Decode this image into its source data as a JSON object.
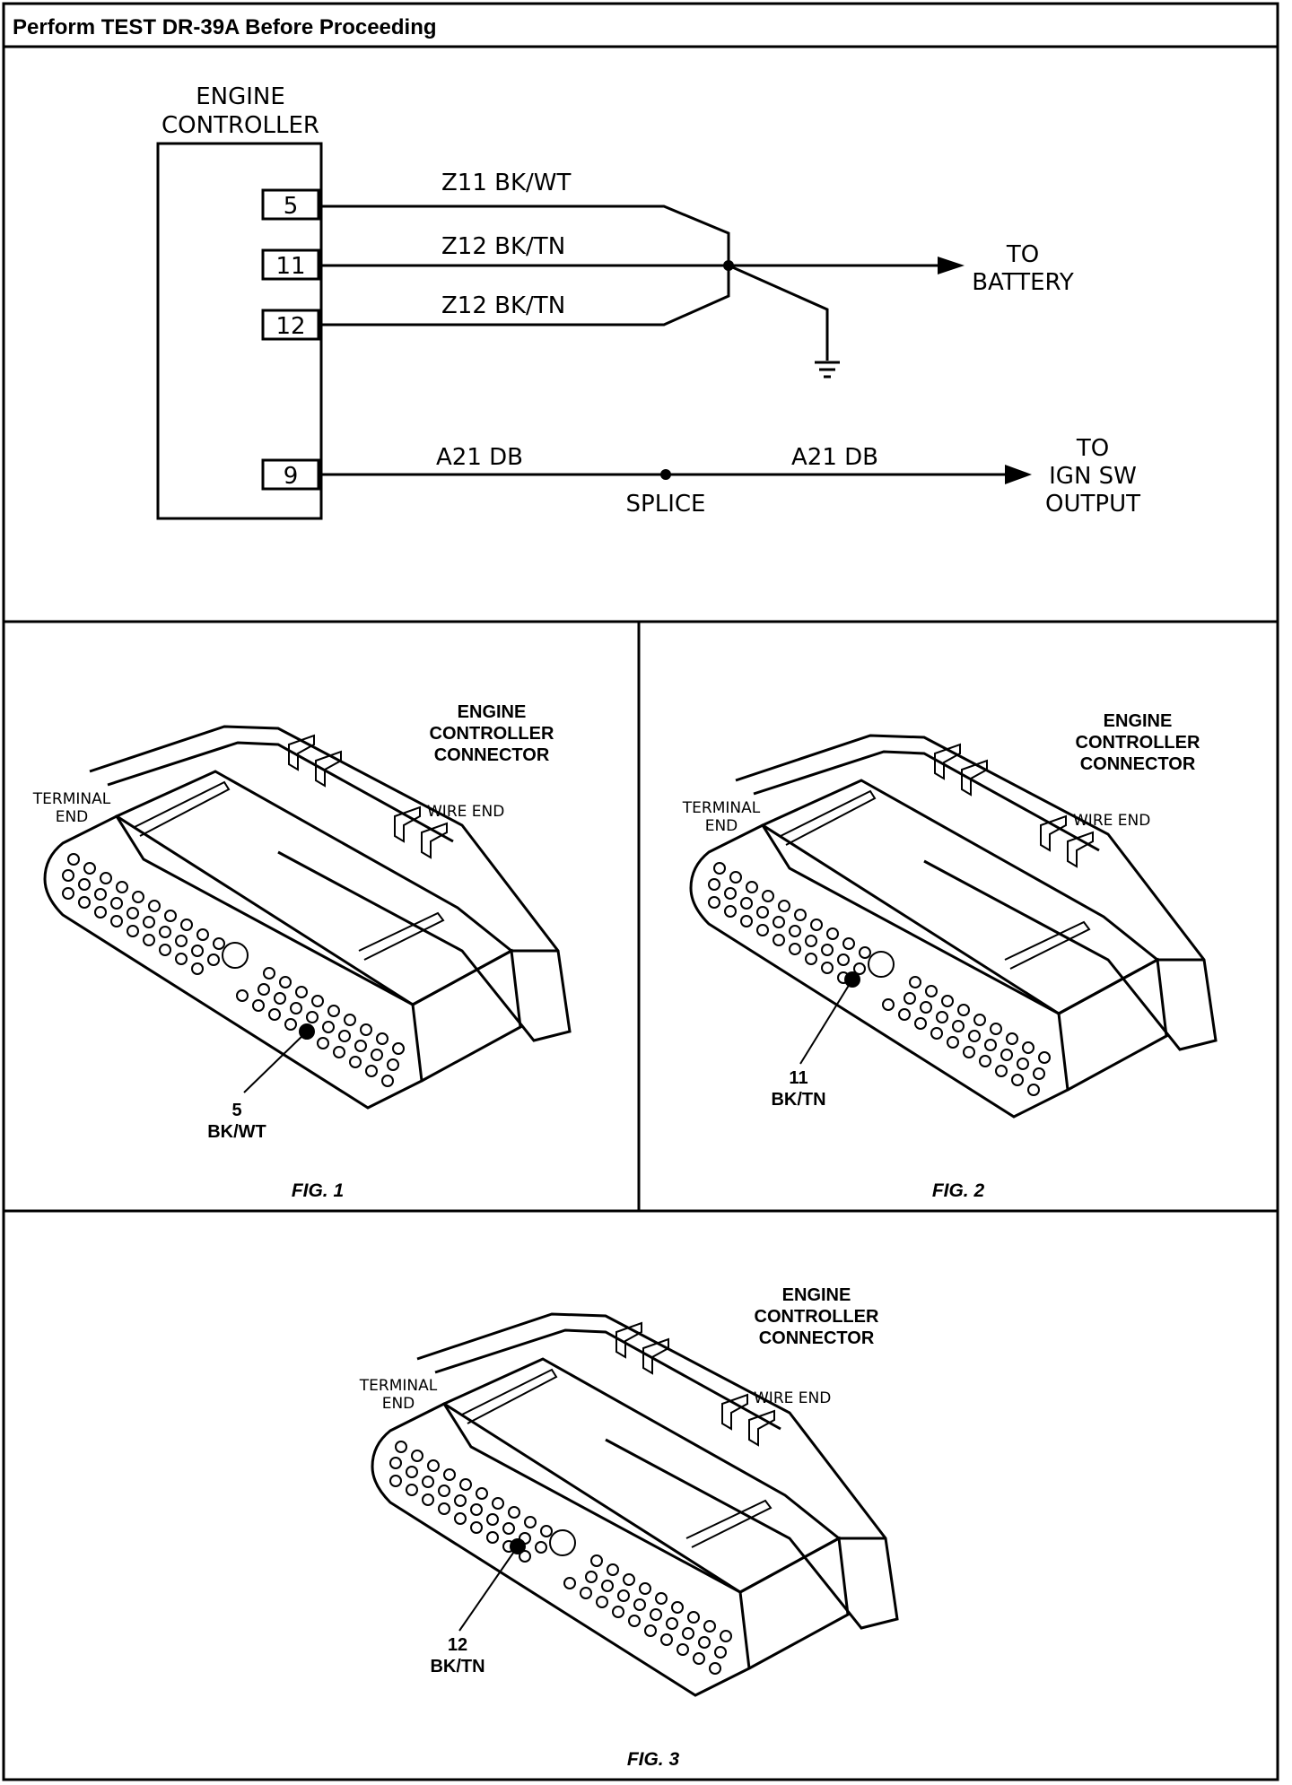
{
  "header": {
    "title": "Perform TEST DR-39A Before Proceeding"
  },
  "schematic": {
    "controller_label_line1": "ENGINE",
    "controller_label_line2": "CONTROLLER",
    "pins": [
      "5",
      "11",
      "12",
      "9"
    ],
    "wires": [
      "Z11 BK/WT",
      "Z12 BK/TN",
      "Z12 BK/TN",
      "A21 DB",
      "A21 DB"
    ],
    "battery_line1": "TO",
    "battery_line2": "BATTERY",
    "splice_label": "SPLICE",
    "ign_line1": "TO",
    "ign_line2": "IGN SW",
    "ign_line3": "OUTPUT"
  },
  "connector_text": {
    "title_line1": "ENGINE",
    "title_line2": "CONTROLLER",
    "title_line3": "CONNECTOR",
    "terminal_line1": "TERMINAL",
    "terminal_line2": "END",
    "wire_end": "WIRE END"
  },
  "figures": [
    {
      "caption": "FIG. 1",
      "pin": "5",
      "wire": "BK/WT"
    },
    {
      "caption": "FIG. 2",
      "pin": "11",
      "wire": "BK/TN"
    },
    {
      "caption": "FIG. 3",
      "pin": "12",
      "wire": "BK/TN"
    }
  ]
}
